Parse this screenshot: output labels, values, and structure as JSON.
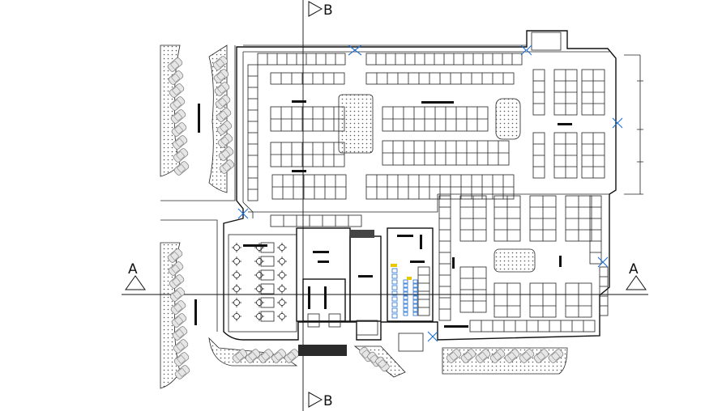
{
  "section_markers": {
    "a_left": "A",
    "a_right": "A",
    "b_top": "B",
    "b_bottom": "B"
  },
  "colors": {
    "line": "#111111",
    "car": "#e6e6e6",
    "door": "#1f6fd1",
    "dots": "#555555"
  }
}
